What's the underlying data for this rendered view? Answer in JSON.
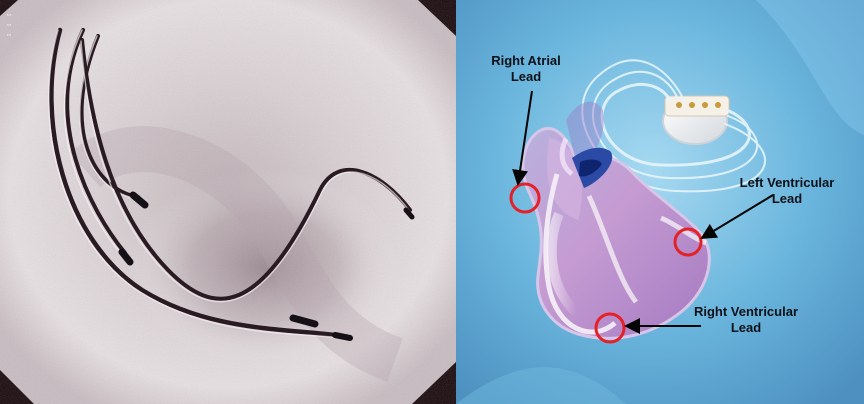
{
  "figure": {
    "left_panel": {
      "name": "fluoroscopy-image",
      "overlay_text": "",
      "background": "#1a0a0e",
      "fluoro_tint": "#d8d1d3"
    },
    "right_panel": {
      "name": "heart-illustration",
      "background": "#5aa5cf",
      "accent_red": "#e52026",
      "labels": {
        "right_atrial": "Right Atrial\nLead",
        "left_ventricular": "Left Ventricular\nLead",
        "right_ventricular": "Right Ventricular\nLead"
      }
    }
  }
}
